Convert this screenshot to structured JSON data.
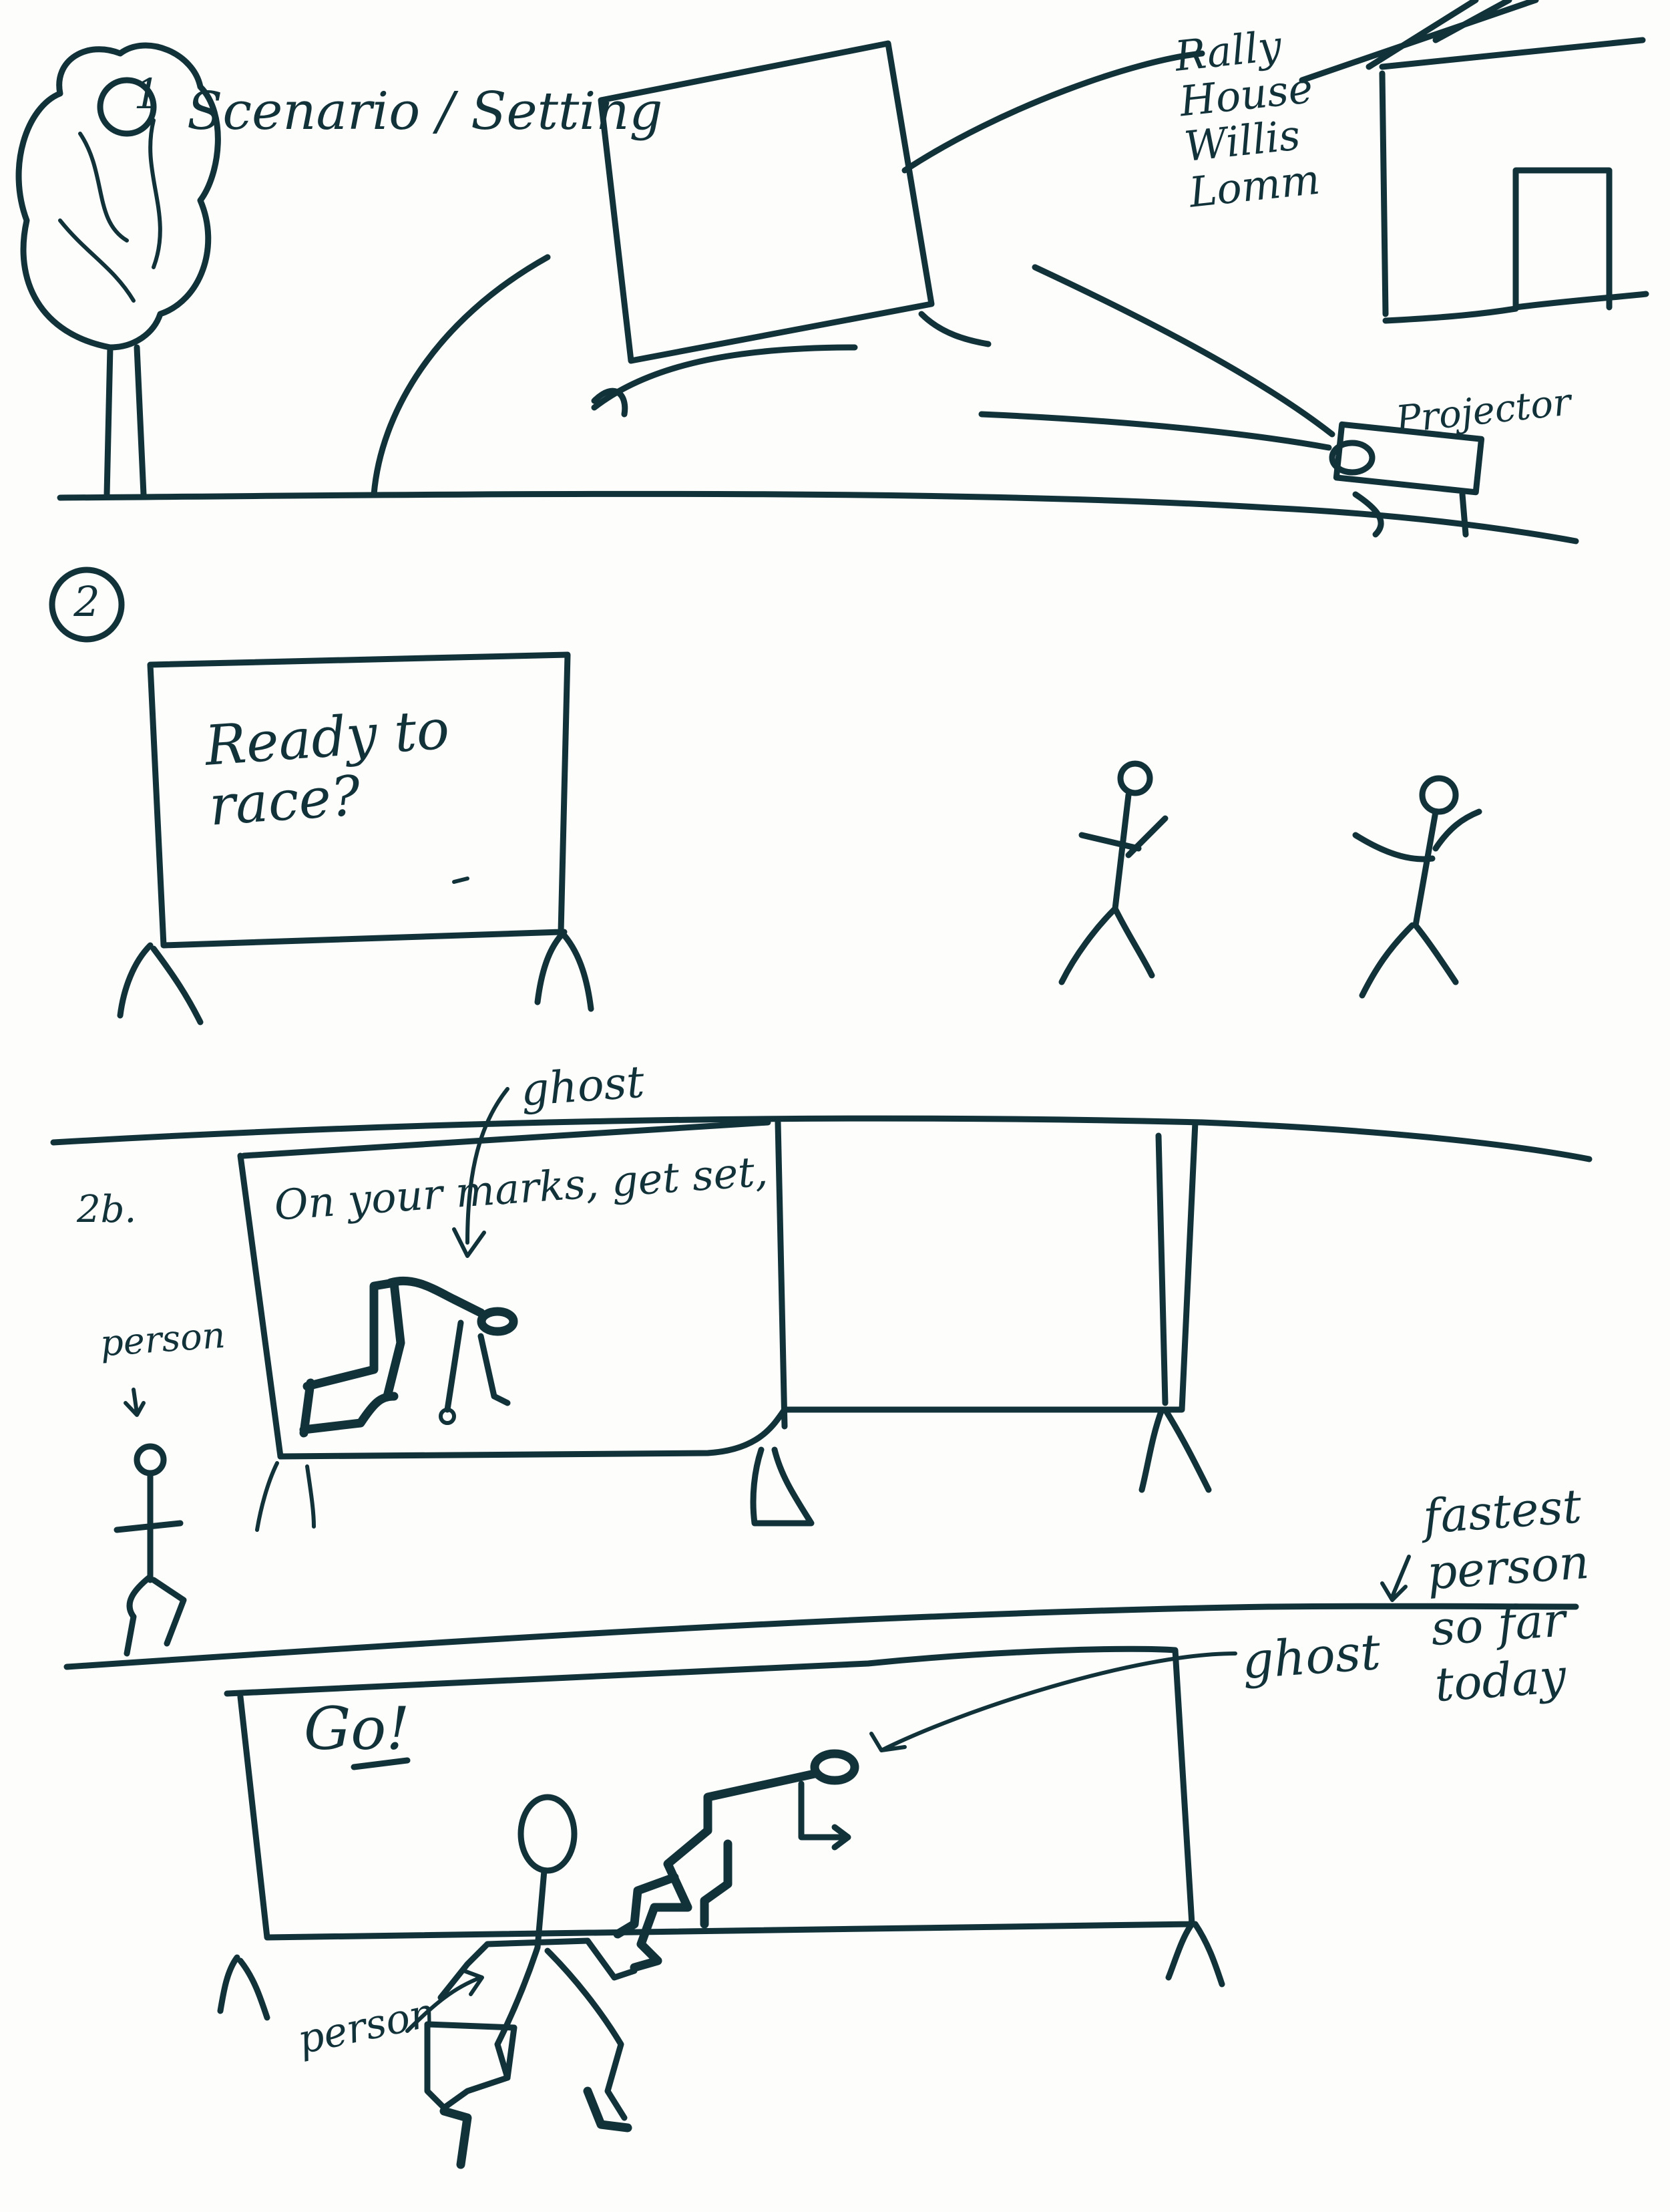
{
  "colors": {
    "ink": "#12323a",
    "paper": "#fdfdfb"
  },
  "panel_1": {
    "number": "1",
    "title": "Scenario / Setting",
    "location_note": "Rally\nHouse\nWillis\nLomm",
    "projector_label": "Projector"
  },
  "panel_2": {
    "number": "2",
    "screen_text": "Ready to\nrace?"
  },
  "panel_2b": {
    "number": "2b.",
    "ghost_label": "ghost",
    "screen_text": "On your marks, get set,",
    "person_label": "person"
  },
  "panel_3": {
    "screen_text": "Go!",
    "ghost_label": "ghost",
    "ghost_note": "fastest\nperson\nso far\ntoday",
    "person_label": "person"
  }
}
